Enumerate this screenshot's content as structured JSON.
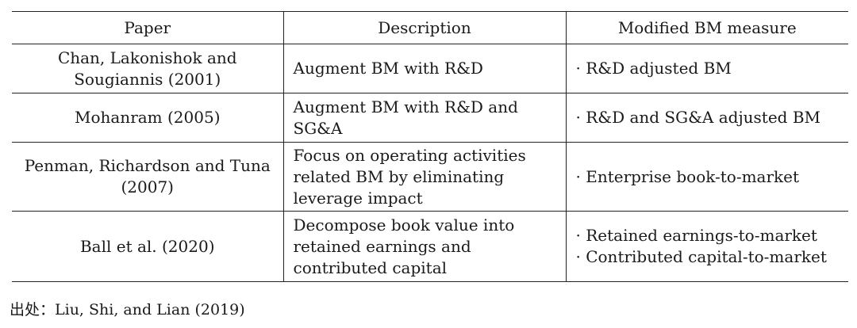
{
  "table": {
    "headers": [
      "Paper",
      "Description",
      "Modified BM measure"
    ],
    "rows": [
      {
        "paper": [
          "Chan, Lakonishok and",
          "Sougiannis (2001)"
        ],
        "description": [
          "Augment BM with R&D"
        ],
        "measure": [
          "· R&D adjusted BM"
        ]
      },
      {
        "paper": [
          "Mohanram (2005)"
        ],
        "description": [
          "Augment BM with R&D and",
          "SG&A"
        ],
        "measure": [
          "· R&D and SG&A adjusted BM"
        ]
      },
      {
        "paper": [
          "Penman, Richardson and Tuna",
          "(2007)"
        ],
        "description": [
          "Focus on operating activities",
          "related BM by eliminating",
          "leverage impact"
        ],
        "measure": [
          "· Enterprise book-to-market"
        ]
      },
      {
        "paper": [
          "Ball et al. (2020)"
        ],
        "description": [
          "Decompose book value into",
          "retained earnings and",
          "contributed capital"
        ],
        "measure": [
          "· Retained earnings-to-market",
          "· Contributed capital-to-market"
        ]
      }
    ]
  },
  "source": "出处：Liu, Shi, and Lian (2019)"
}
